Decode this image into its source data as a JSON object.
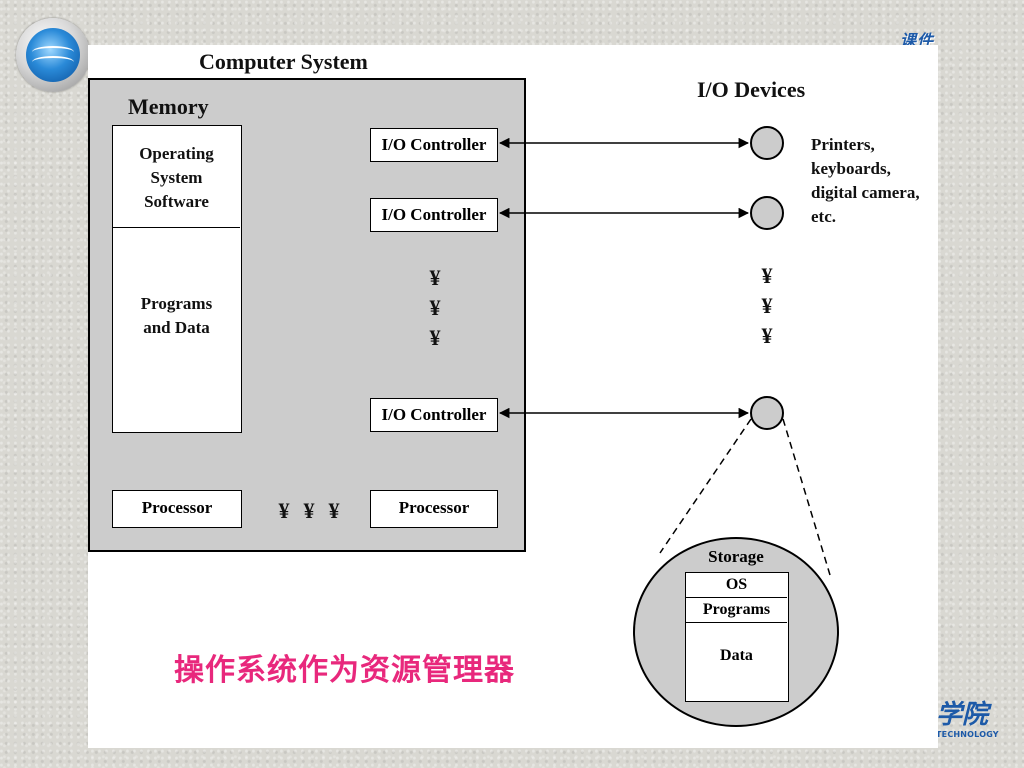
{
  "diagram": {
    "computer_system_title": "Computer System",
    "memory_title": "Memory",
    "os_software_lines": [
      "Operating",
      "System",
      "Software"
    ],
    "programs_data_lines": [
      "Programs",
      "and Data"
    ],
    "io_controller_label": "I/O Controller",
    "processor_label": "Processor",
    "ellipsis_symbol": "¥",
    "io_devices_title": "I/O Devices",
    "devices_description_lines": [
      "Printers,",
      "keyboards,",
      "digital camera,",
      "etc."
    ],
    "storage": {
      "title": "Storage",
      "os": "OS",
      "programs": "Programs",
      "data": "Data"
    }
  },
  "caption": "操作系统作为资源管理器",
  "branding": {
    "corner_text": "课件",
    "bottom_glyph": "学院",
    "bottom_caption": "TECHNOLOGY"
  },
  "colors": {
    "caption": "#e8287c",
    "system_fill": "#cccccc",
    "logo_blue": "#1d5aa8"
  }
}
